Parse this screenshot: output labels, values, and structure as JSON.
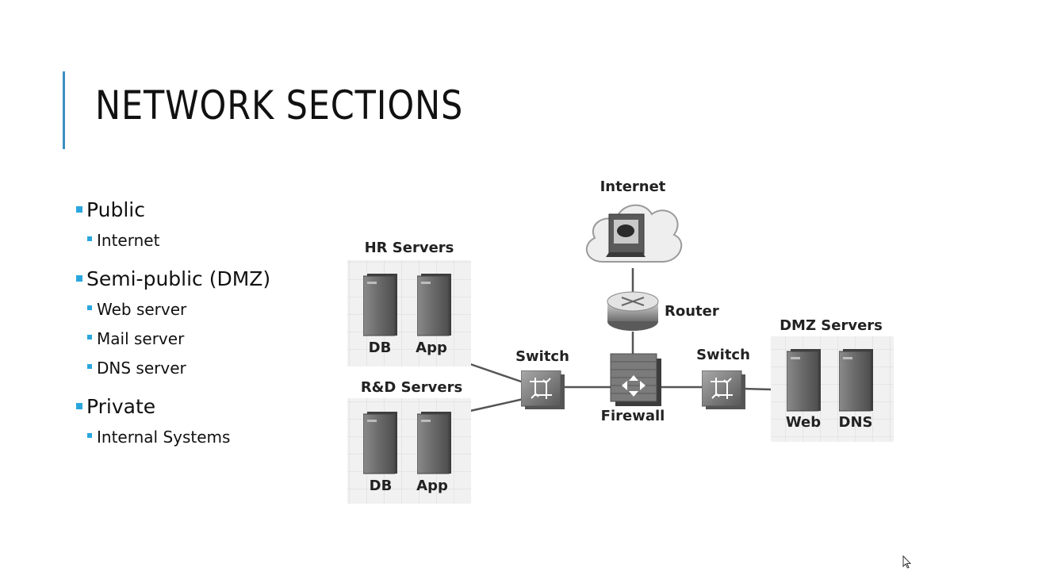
{
  "slide": {
    "title": "NETWORK SECTIONS",
    "accent_color": "#3a8fc0",
    "bullet_color": "#2aa6df"
  },
  "bullets": [
    {
      "label": "Public",
      "children": [
        "Internet"
      ]
    },
    {
      "label": "Semi-public (DMZ)",
      "children": [
        "Web server",
        "Mail server",
        "DNS server"
      ]
    },
    {
      "label": "Private",
      "children": [
        "Internal Systems"
      ]
    }
  ],
  "diagram": {
    "internet": "Internet",
    "router": "Router",
    "firewall": "Firewall",
    "switch_left": "Switch",
    "switch_right": "Switch",
    "hr_group": {
      "title": "HR Servers",
      "servers": [
        "DB",
        "App"
      ]
    },
    "rd_group": {
      "title": "R&D Servers",
      "servers": [
        "DB",
        "App"
      ]
    },
    "dmz_group": {
      "title": "DMZ Servers",
      "servers": [
        "Web",
        "DNS"
      ]
    }
  },
  "icons": [
    "cloud-icon",
    "router-icon",
    "firewall-icon",
    "switch-icon",
    "server-icon",
    "mouse-pointer-icon"
  ]
}
